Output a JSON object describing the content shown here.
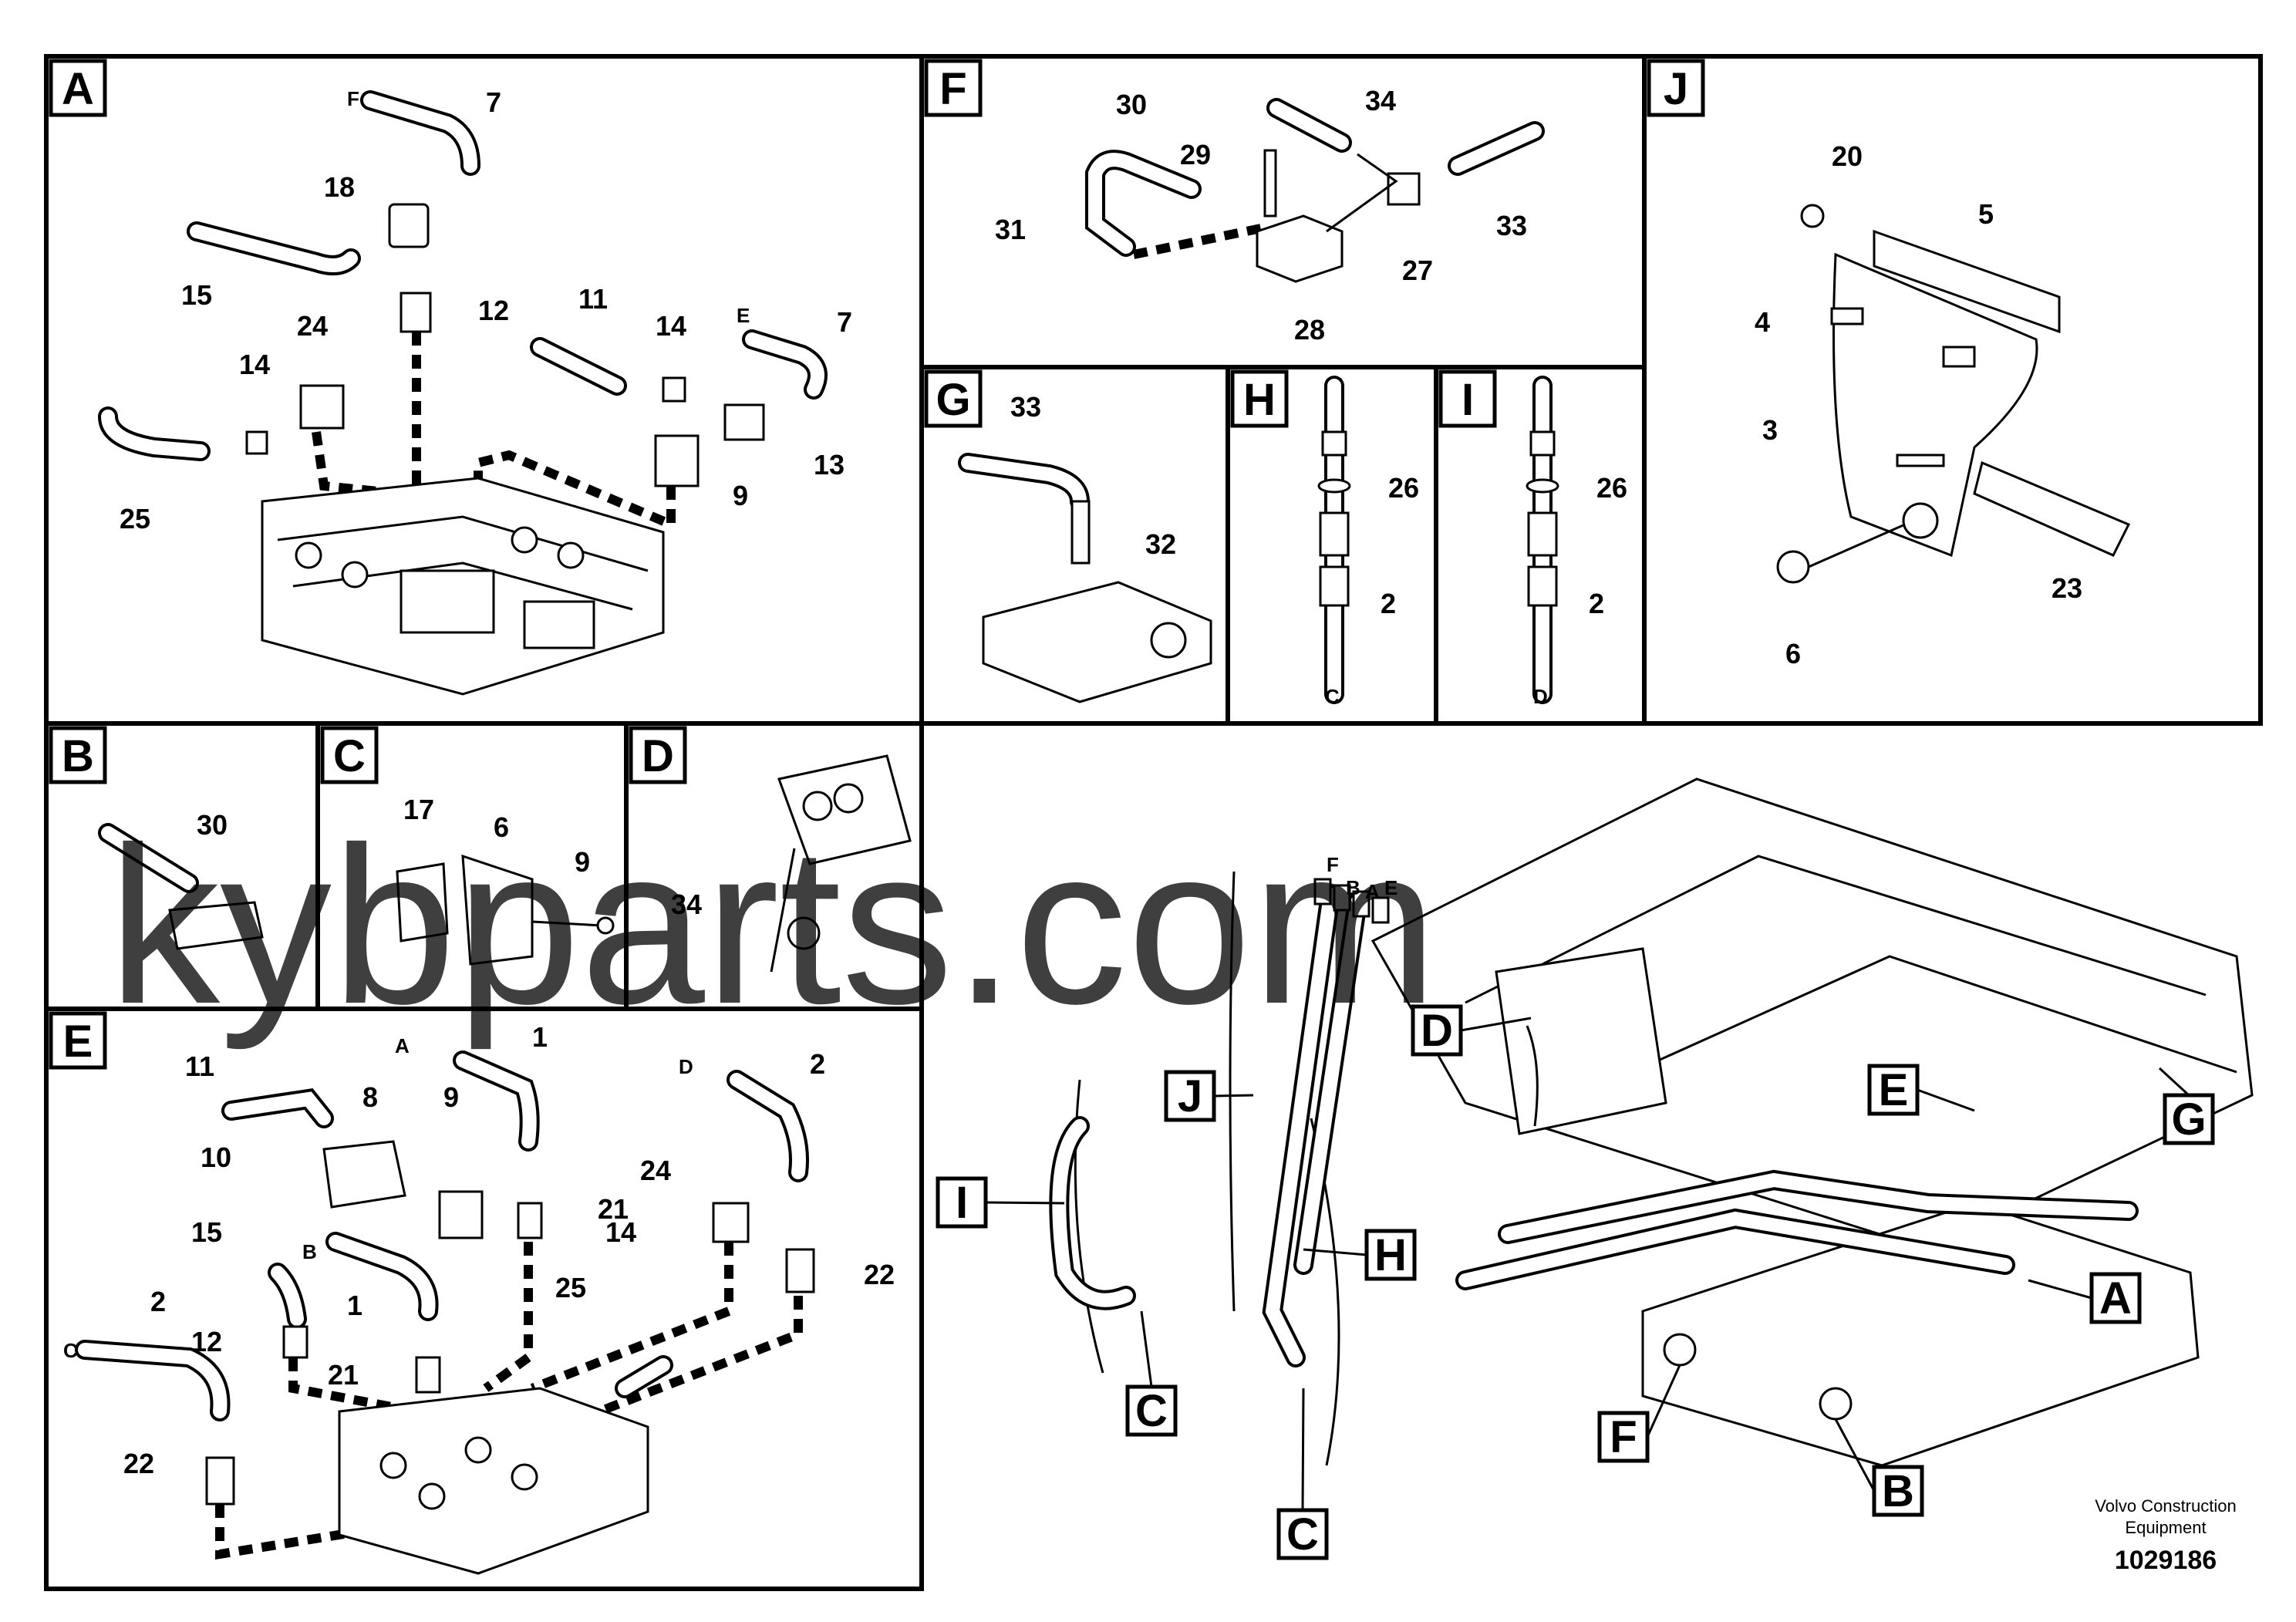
{
  "panels": {
    "A": {
      "label": "A",
      "callouts": [
        "7",
        "18",
        "15",
        "12",
        "24",
        "14",
        "11",
        "14",
        "7",
        "13",
        "9",
        "25"
      ],
      "letters": [
        "F",
        "E"
      ]
    },
    "F": {
      "label": "F",
      "callouts": [
        "30",
        "34",
        "29",
        "31",
        "33",
        "27",
        "28"
      ]
    },
    "J": {
      "label": "J",
      "callouts": [
        "20",
        "5",
        "4",
        "3",
        "23",
        "6"
      ]
    },
    "G": {
      "label": "G",
      "callouts": [
        "33",
        "32"
      ]
    },
    "H": {
      "label": "H",
      "callouts": [
        "26",
        "2"
      ],
      "letters": [
        "C"
      ]
    },
    "I": {
      "label": "I",
      "callouts": [
        "26",
        "2"
      ],
      "letters": [
        "D"
      ]
    },
    "B": {
      "label": "B",
      "callouts": [
        "30"
      ]
    },
    "C": {
      "label": "C",
      "callouts": [
        "17",
        "6",
        "9"
      ]
    },
    "D": {
      "label": "D",
      "callouts": [
        "34"
      ]
    },
    "E": {
      "label": "E",
      "callouts": [
        "11",
        "1",
        "8",
        "9",
        "10",
        "21",
        "24",
        "15",
        "14",
        "25",
        "22",
        "2",
        "12",
        "21",
        "22",
        "2",
        "1"
      ],
      "letters": [
        "A",
        "B",
        "C",
        "D"
      ]
    }
  },
  "overview": {
    "hose_letters": [
      "F",
      "B",
      "A",
      "E"
    ],
    "tags": [
      "D",
      "J",
      "E",
      "G",
      "I",
      "H",
      "A",
      "C",
      "F",
      "B",
      "C"
    ]
  },
  "footer": {
    "company_line1": "Volvo Construction",
    "company_line2": "Equipment",
    "doc_number": "1029186"
  },
  "watermark": "kybparts.com"
}
